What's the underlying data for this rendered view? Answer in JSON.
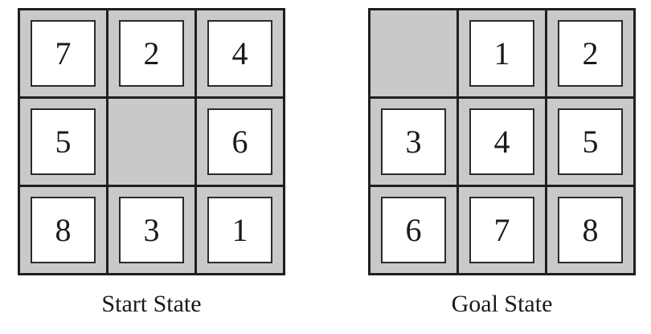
{
  "start_state": {
    "label": "Start State",
    "tiles": [
      "7",
      "2",
      "4",
      "5",
      "",
      "6",
      "8",
      "3",
      "1"
    ]
  },
  "goal_state": {
    "label": "Goal State",
    "tiles": [
      "",
      "1",
      "2",
      "3",
      "4",
      "5",
      "6",
      "7",
      "8"
    ]
  },
  "colors": {
    "board_border": "#1f1f1f",
    "cell_background": "#c9c9c9",
    "tile_background": "#ffffff",
    "tile_border": "#2a2a2a"
  }
}
